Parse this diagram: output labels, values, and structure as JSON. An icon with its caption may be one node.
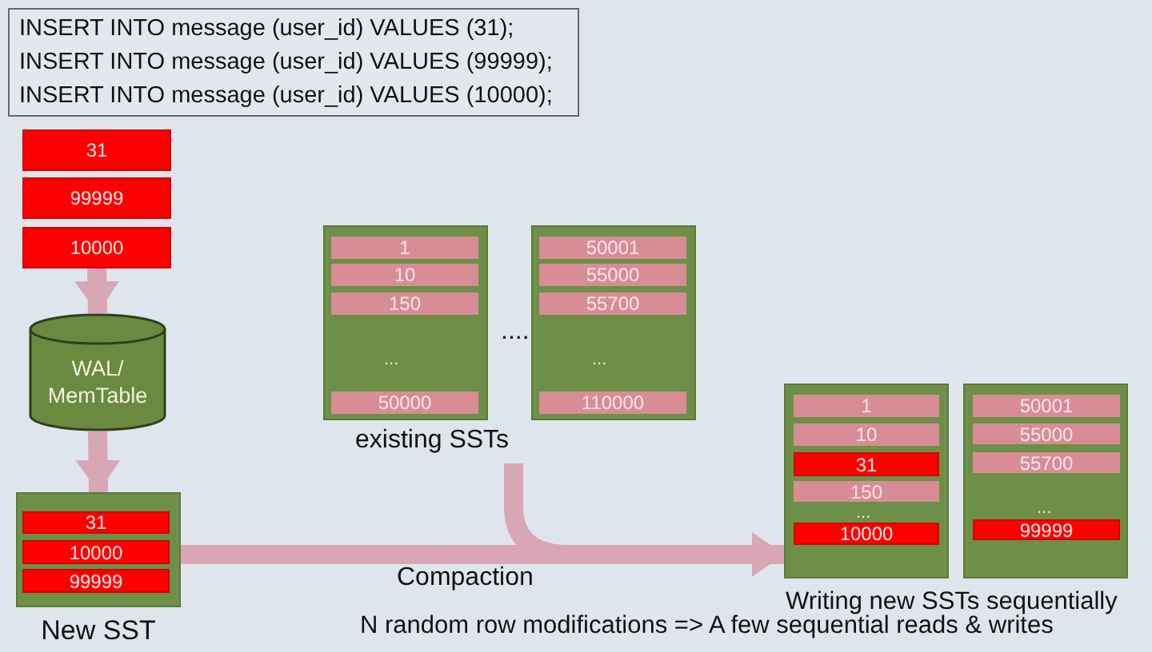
{
  "diagram": {
    "nodes": [
      {
        "text": [
          "INSERT INTO message (user_id) VALUES (31);",
          "INSERT INTO message (user_id) VALUES (99999);",
          "INSERT INTO message (user_id) VALUES (10000);"
        ]
      },
      {
        "text": [
          "31"
        ]
      },
      {
        "text": [
          "99999"
        ]
      },
      {
        "text": [
          "10000"
        ]
      },
      {
        "text": [
          "WAL/ MemTable"
        ]
      },
      {
        "text": [
          "New SST"
        ]
      },
      {
        "text": [
          "31"
        ],
        "in": 5
      },
      {
        "text": [
          "10000"
        ],
        "in": 5
      },
      {
        "text": [
          "99999"
        ],
        "in": 5
      },
      {
        "text": [],
        "shape": "box"
      },
      {
        "text": [
          "1"
        ],
        "in": 9
      },
      {
        "text": [
          "10"
        ],
        "in": 9
      },
      {
        "text": [
          "150"
        ],
        "in": 9
      },
      {
        "text": [
          "50000"
        ],
        "in": 9
      },
      {
        "text": [],
        "shape": "box"
      },
      {
        "text": [
          "50001"
        ],
        "in": 14
      },
      {
        "text": [
          "55000"
        ],
        "in": 14
      },
      {
        "text": [
          "55700"
        ],
        "in": 14
      },
      {
        "text": [
          "110000"
        ],
        "in": 14
      },
      {
        "text": [],
        "shape": "box"
      },
      {
        "text": [
          "1"
        ],
        "in": 19
      },
      {
        "text": [
          "10"
        ],
        "in": 19
      },
      {
        "text": [
          "31"
        ],
        "in": 19
      },
      {
        "text": [
          "150"
        ],
        "in": 19
      },
      {
        "text": [
          "10000"
        ],
        "in": 19
      },
      {
        "text": [],
        "shape": "box"
      },
      {
        "text": [
          "50001"
        ],
        "in": 25
      },
      {
        "text": [
          "55000"
        ],
        "in": 25
      },
      {
        "text": [
          "55700"
        ],
        "in": 25
      },
      {
        "text": [
          "99999"
        ],
        "in": 25
      }
    ],
    "edges": [
      {
        "from": 3,
        "to": 4,
        "arrow": "to"
      },
      {
        "from": 4,
        "to": 5,
        "arrow": "to"
      },
      {
        "from": 5,
        "to": 19,
        "arrow": "to",
        "label": "Compaction"
      },
      {
        "from": 9,
        "to": 19,
        "arrow": "to"
      },
      {
        "from": 14,
        "to": 19,
        "arrow": "to"
      }
    ],
    "labels": [
      "...",
      "....",
      "...",
      "existing SSTs",
      "...",
      "...",
      "Writing new SSTs sequentially",
      "N random row modifications => A few sequential reads & writes"
    ]
  }
}
